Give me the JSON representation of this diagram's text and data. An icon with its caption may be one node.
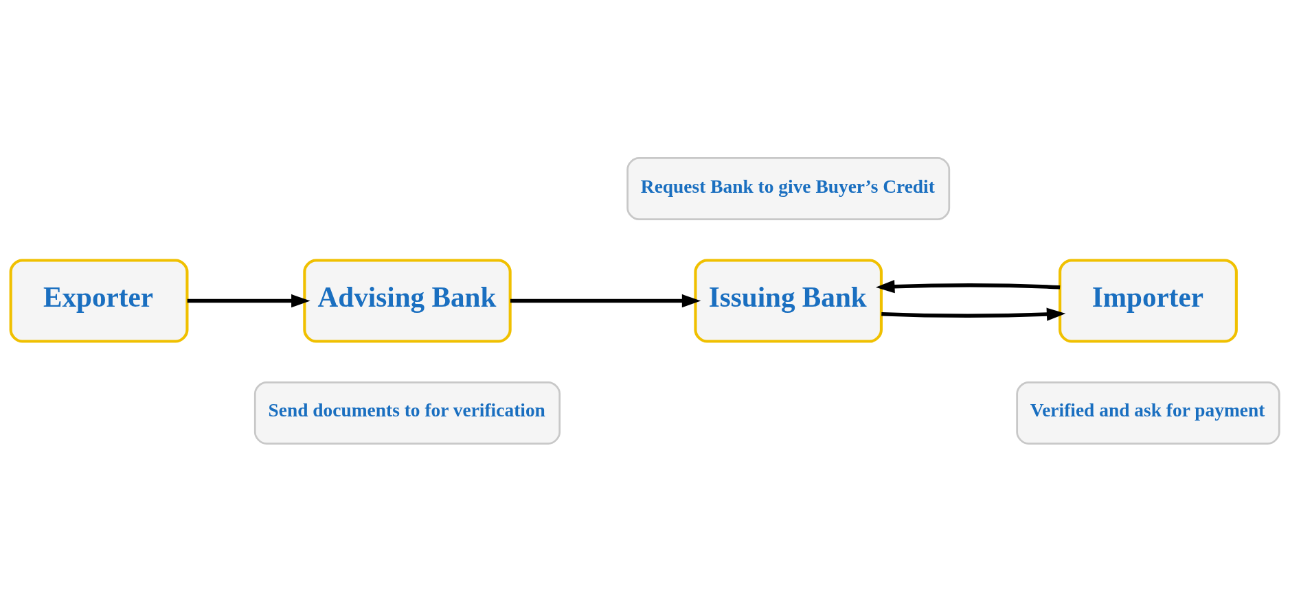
{
  "diagram": {
    "nodes": [
      {
        "text": [
          "Send documents to for verification"
        ]
      },
      {
        "text": [
          "Verified and ask for payment"
        ]
      },
      {
        "text": [
          "Advising Bank"
        ]
      },
      {
        "text": [
          "Issuing Bank"
        ]
      },
      {
        "text": [
          "Importer"
        ]
      },
      {
        "text": [
          "Exporter"
        ]
      },
      {
        "text": [
          "Request Bank to give Buyer’s Credit"
        ]
      }
    ],
    "edges": [
      {
        "from": 5,
        "to": 2,
        "arrow": "to"
      },
      {
        "from": 2,
        "to": 3,
        "arrow": "to"
      },
      {
        "from": 3,
        "to": 4,
        "arrow": "to"
      },
      {
        "from": 4,
        "to": 3,
        "arrow": "to"
      }
    ]
  }
}
